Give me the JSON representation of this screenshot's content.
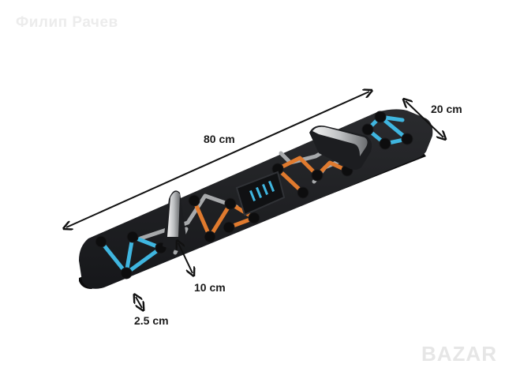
{
  "watermark": {
    "author": "Филип Рачев",
    "brand": "BAZAR"
  },
  "dimensions": {
    "length": "80 cm",
    "width": "20 cm",
    "handle_height": "10 cm",
    "thickness": "2.5 cm"
  },
  "colors": {
    "board": "#1e1f22",
    "board_edge": "#0c0c0d",
    "blue_lines": "#3fb6e0",
    "orange_lines": "#e07a2e",
    "grey_lines": "#a7a9ab",
    "dots_fill": "#0d0d0e"
  },
  "icons": {
    "arrow": "double-headed-arrow-icon",
    "handle": "push-up-handle-icon"
  }
}
